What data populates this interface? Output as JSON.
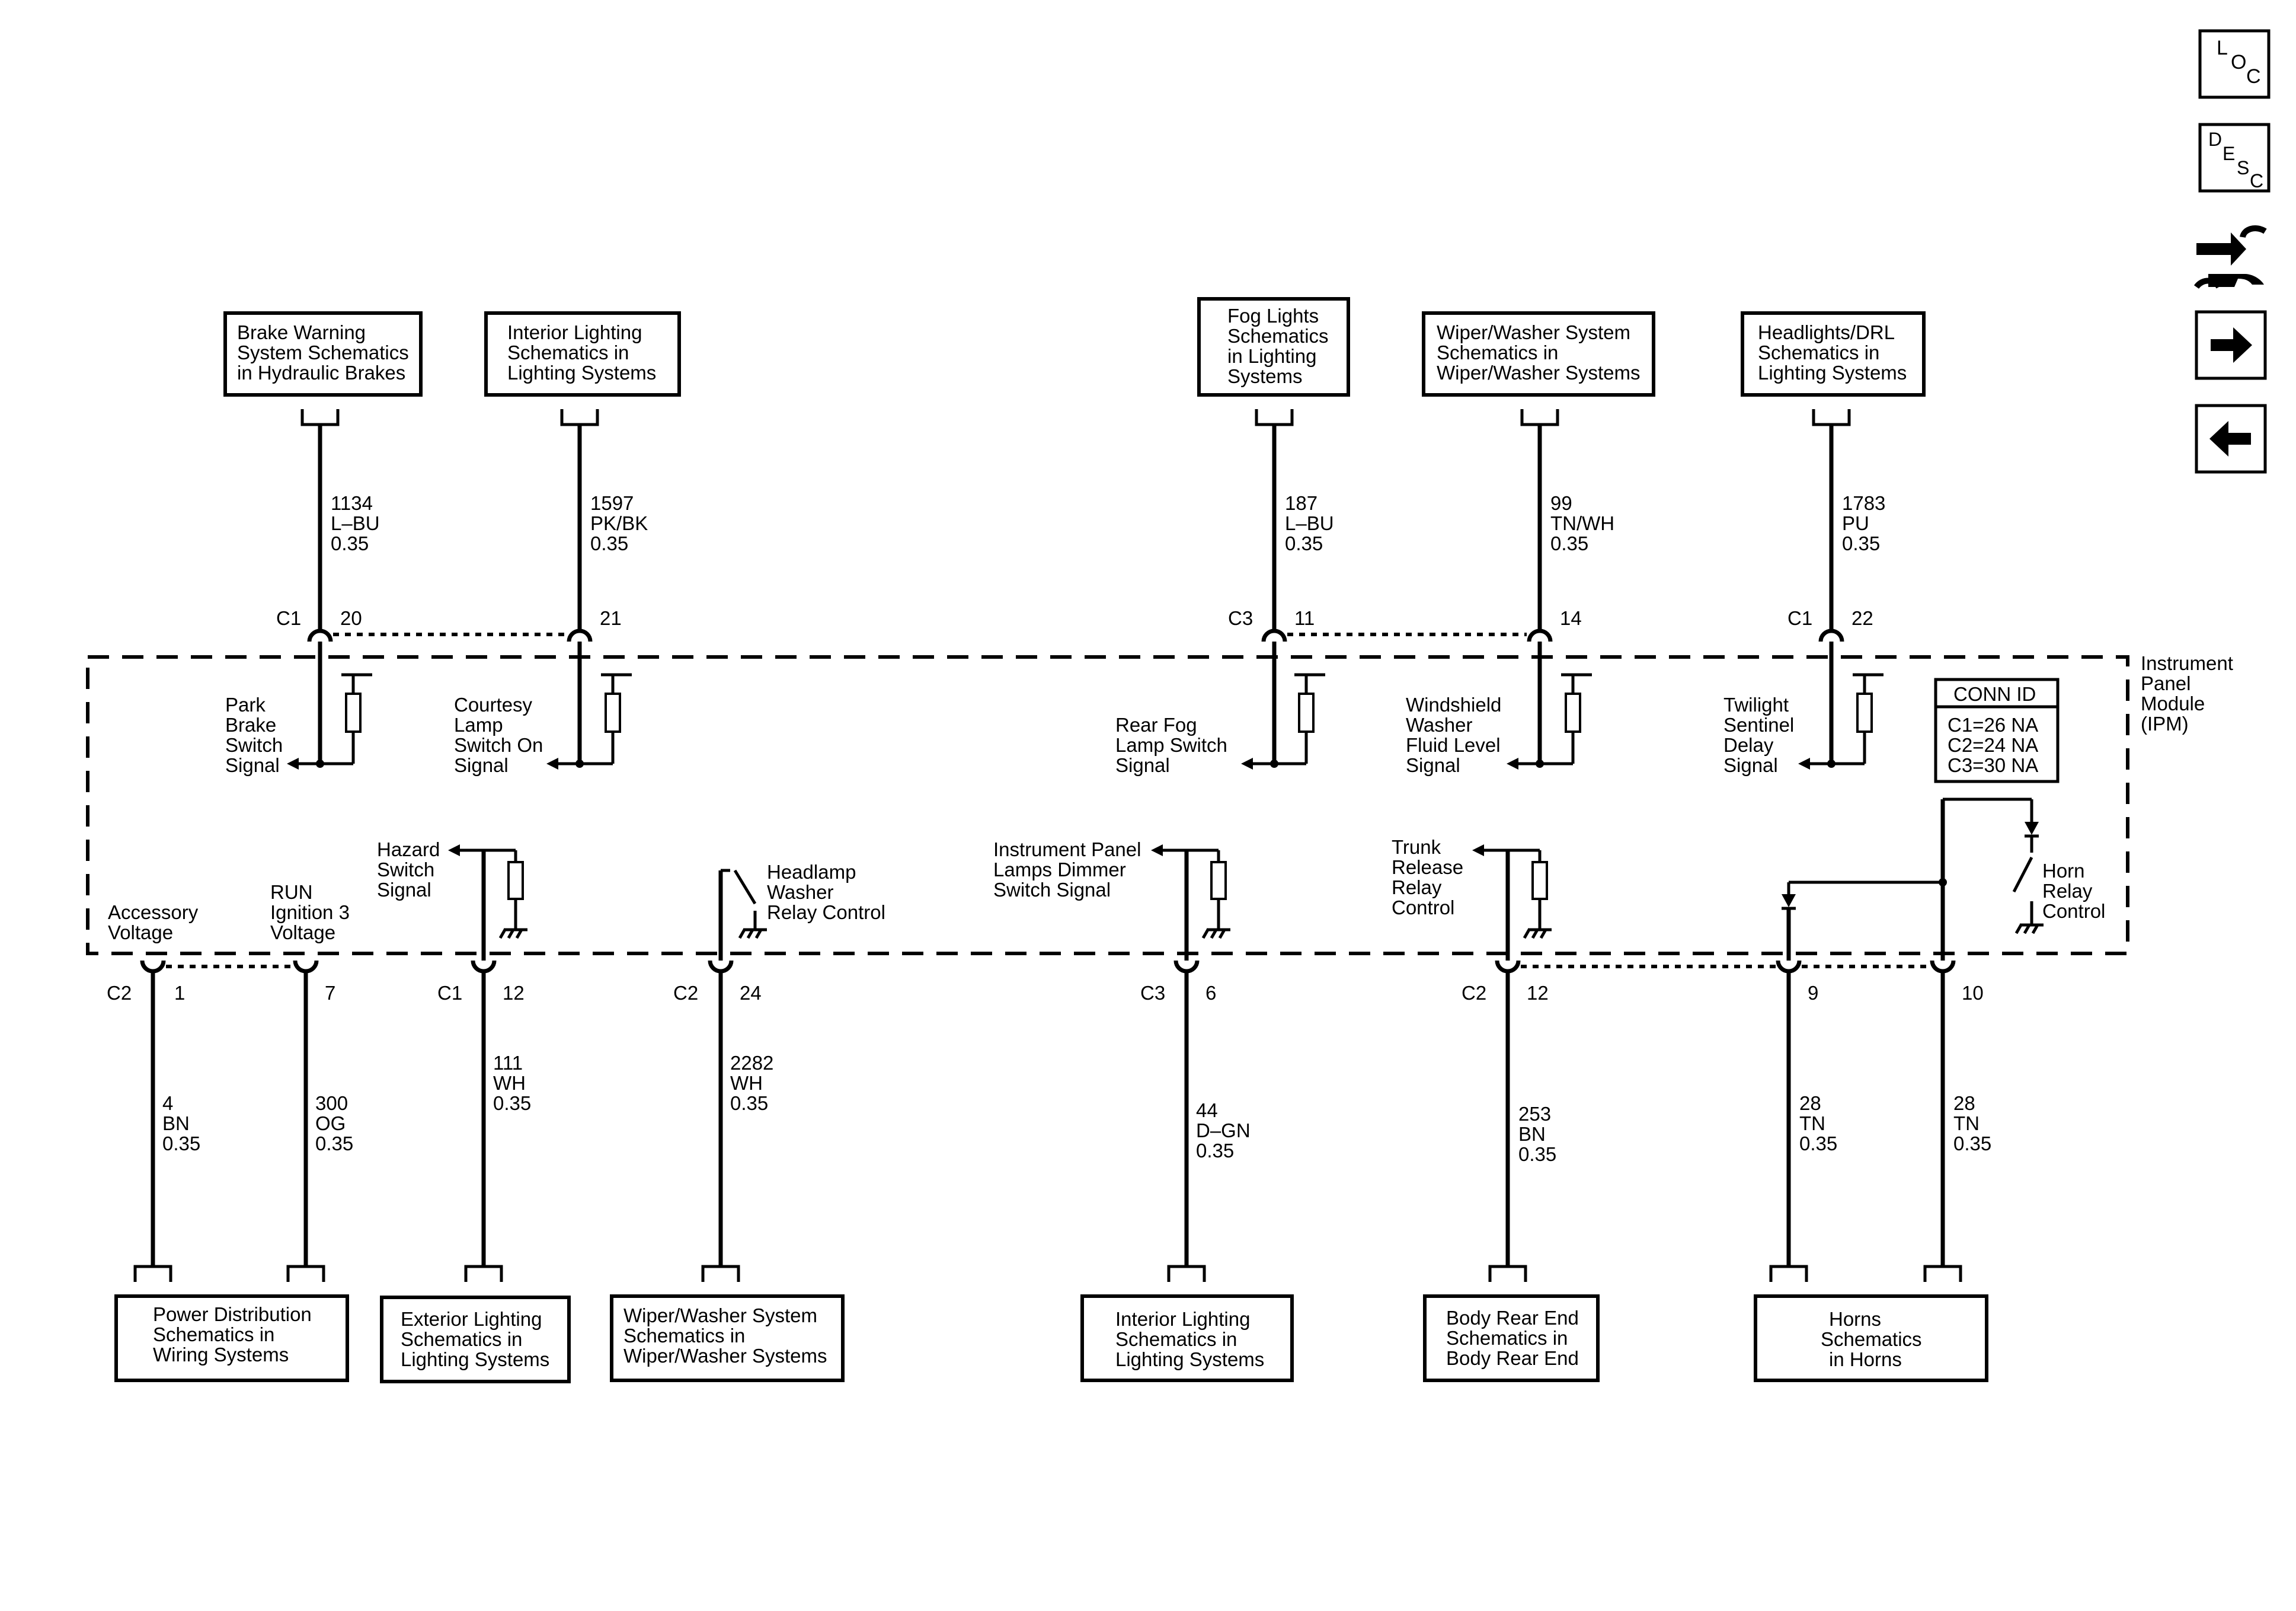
{
  "top_boxes": [
    {
      "lines": [
        "Brake Warning",
        "System Schematics",
        "in Hydraulic Brakes"
      ]
    },
    {
      "lines": [
        "Interior Lighting",
        "Schematics in",
        "Lighting Systems"
      ]
    },
    {
      "lines": [
        "Fog Lights",
        "Schematics",
        "in Lighting",
        "Systems"
      ]
    },
    {
      "lines": [
        "Wiper/Washer System",
        "Schematics in",
        "Wiper/Washer Systems"
      ]
    },
    {
      "lines": [
        "Headlights/DRL",
        "Schematics in",
        "Lighting Systems"
      ]
    }
  ],
  "top_wires": [
    {
      "circuit": "1134",
      "color": "L–BU",
      "size": "0.35",
      "connector": "C1",
      "pin": "20"
    },
    {
      "circuit": "1597",
      "color": "PK/BK",
      "size": "0.35",
      "connector": "",
      "pin": "21"
    },
    {
      "circuit": "187",
      "color": "L–BU",
      "size": "0.35",
      "connector": "C3",
      "pin": "11"
    },
    {
      "circuit": "99",
      "color": "TN/WH",
      "size": "0.35",
      "connector": "",
      "pin": "14"
    },
    {
      "circuit": "1783",
      "color": "PU",
      "size": "0.35",
      "connector": "C1",
      "pin": "22"
    }
  ],
  "top_signals": [
    {
      "lines": [
        "Park",
        "Brake",
        "Switch",
        "Signal"
      ]
    },
    {
      "lines": [
        "Courtesy",
        "Lamp",
        "Switch On",
        "Signal"
      ]
    },
    {
      "lines": [
        "Rear Fog",
        "Lamp Switch",
        "Signal"
      ]
    },
    {
      "lines": [
        "Windshield",
        "Washer",
        "Fluid Level",
        "Signal"
      ]
    },
    {
      "lines": [
        "Twilight",
        "Sentinel",
        "Delay",
        "Signal"
      ]
    }
  ],
  "module": {
    "lines": [
      "Instrument",
      "Panel",
      "Module",
      "(IPM)"
    ]
  },
  "conn_id": {
    "title": "CONN ID",
    "lines": [
      "C1=26 NA",
      "C2=24 NA",
      "C3=30 NA"
    ]
  },
  "bottom_signals": [
    {
      "lines": [
        "Accessory",
        "Voltage"
      ]
    },
    {
      "lines": [
        "RUN",
        "Ignition 3",
        "Voltage"
      ]
    },
    {
      "lines": [
        "Hazard",
        "Switch",
        "Signal"
      ]
    },
    {
      "lines": [
        "Headlamp",
        "Washer",
        "Relay Control"
      ]
    },
    {
      "lines": [
        "Instrument Panel",
        "Lamps Dimmer",
        "Switch Signal"
      ]
    },
    {
      "lines": [
        "Trunk",
        "Release",
        "Relay",
        "Control"
      ]
    },
    {
      "lines": [
        "Horn",
        "Relay",
        "Control"
      ]
    }
  ],
  "bottom_wires": [
    {
      "circuit": "4",
      "color": "BN",
      "size": "0.35",
      "connector": "C2",
      "pin": "1"
    },
    {
      "circuit": "300",
      "color": "OG",
      "size": "0.35",
      "connector": "",
      "pin": "7"
    },
    {
      "circuit": "111",
      "color": "WH",
      "size": "0.35",
      "connector": "C1",
      "pin": "12"
    },
    {
      "circuit": "2282",
      "color": "WH",
      "size": "0.35",
      "connector": "C2",
      "pin": "24"
    },
    {
      "circuit": "44",
      "color": "D–GN",
      "size": "0.35",
      "connector": "C3",
      "pin": "6"
    },
    {
      "circuit": "253",
      "color": "BN",
      "size": "0.35",
      "connector": "C2",
      "pin": "12"
    },
    {
      "circuit": "28",
      "color": "TN",
      "size": "0.35",
      "connector": "",
      "pin": "9"
    },
    {
      "circuit": "28",
      "color": "TN",
      "size": "0.35",
      "connector": "",
      "pin": "10"
    }
  ],
  "bottom_boxes": [
    {
      "lines": [
        "Power Distribution",
        "Schematics in",
        "Wiring Systems"
      ]
    },
    {
      "lines": [
        "Exterior Lighting",
        "Schematics in",
        "Lighting Systems"
      ]
    },
    {
      "lines": [
        "Wiper/Washer System",
        "Schematics in",
        "Wiper/Washer Systems"
      ]
    },
    {
      "lines": [
        "Interior Lighting",
        "Schematics in",
        "Lighting Systems"
      ]
    },
    {
      "lines": [
        "Body Rear End",
        "Schematics in",
        "Body Rear End"
      ]
    },
    {
      "lines": [
        "Horns",
        "Schematics",
        "in Horns"
      ]
    }
  ],
  "side_nav": {
    "loc": {
      "l": "L",
      "o": "O",
      "c": "C"
    },
    "desc": {
      "d": "D",
      "e": "E",
      "s": "S",
      "c": "C"
    },
    "icons": [
      "diagnostic-tool-icon",
      "next-arrow-icon",
      "previous-arrow-icon"
    ]
  }
}
